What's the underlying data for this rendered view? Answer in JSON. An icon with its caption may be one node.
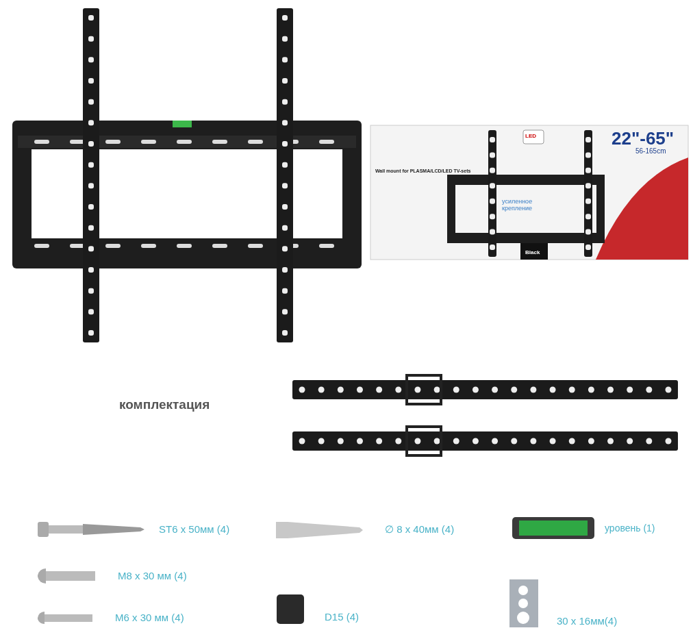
{
  "diagram": {
    "labels": [
      "LED",
      "22\"-65\"",
      "56-165cm",
      "Wall mount for PLASMA/LCD/LED TV-sets",
      "усиленное крепление",
      "Black",
      "комплектация",
      "ST6 x 50мм (4)",
      "∅ 8 x 40мм (4)",
      "уровень (1)",
      "M8 x 30 мм (4)",
      "M6 x 30 мм (4)",
      "D15 (4)",
      "30 x 16мм(4)"
    ]
  }
}
